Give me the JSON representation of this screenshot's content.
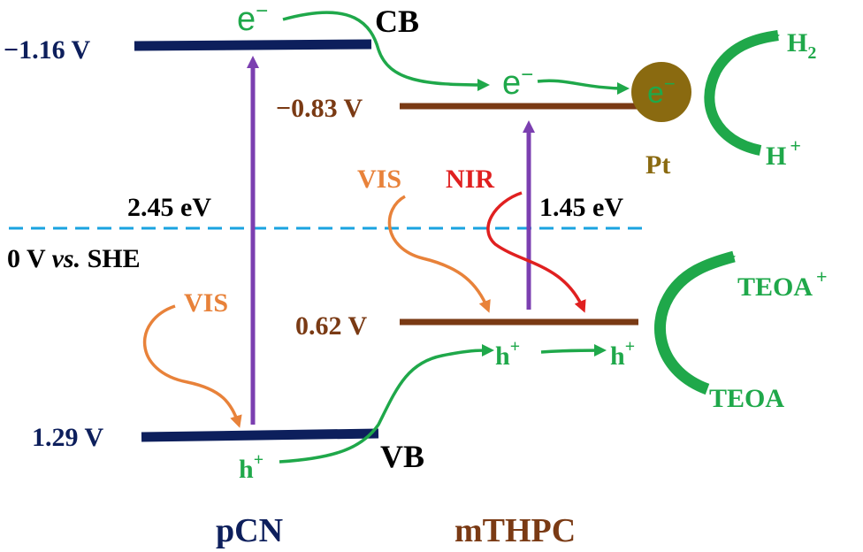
{
  "colors": {
    "pcn_navy": "#0d1f5c",
    "mthpc_brown": "#7a3a14",
    "green": "#1fa84a",
    "purple": "#7b3fb0",
    "orange": "#e8823a",
    "red": "#e02020",
    "cyan_dash": "#1aa3e0",
    "pt_fill": "#8a6a10",
    "black": "#000000"
  },
  "labels": {
    "pcn_cb_potential": "−1.16 V",
    "pcn_vb_potential": "1.29 V",
    "mthpc_lumo_potential": "−0.83 V",
    "mthpc_homo_potential": "0.62 V",
    "pcn_gap": "2.45 eV",
    "mthpc_gap": "1.45 eV",
    "she_ref_prefix": "0 V ",
    "she_ref_vs": "vs.",
    "she_ref_suffix": " SHE",
    "cb": "CB",
    "vb": "VB",
    "pcn": "pCN",
    "mthpc": "mTHPC",
    "pt": "Pt",
    "vis_pcn": "VIS",
    "vis_mthpc": "VIS",
    "nir": "NIR",
    "electron_base": "e",
    "electron_sup": "−",
    "hole_base": "h",
    "hole_sup": "+",
    "h2_base": "H",
    "h2_sub": "2",
    "hplus_base": "H",
    "hplus_sup": "+",
    "teoa_plus_base": "TEOA",
    "teoa_plus_sup": "+",
    "teoa": "TEOA"
  }
}
